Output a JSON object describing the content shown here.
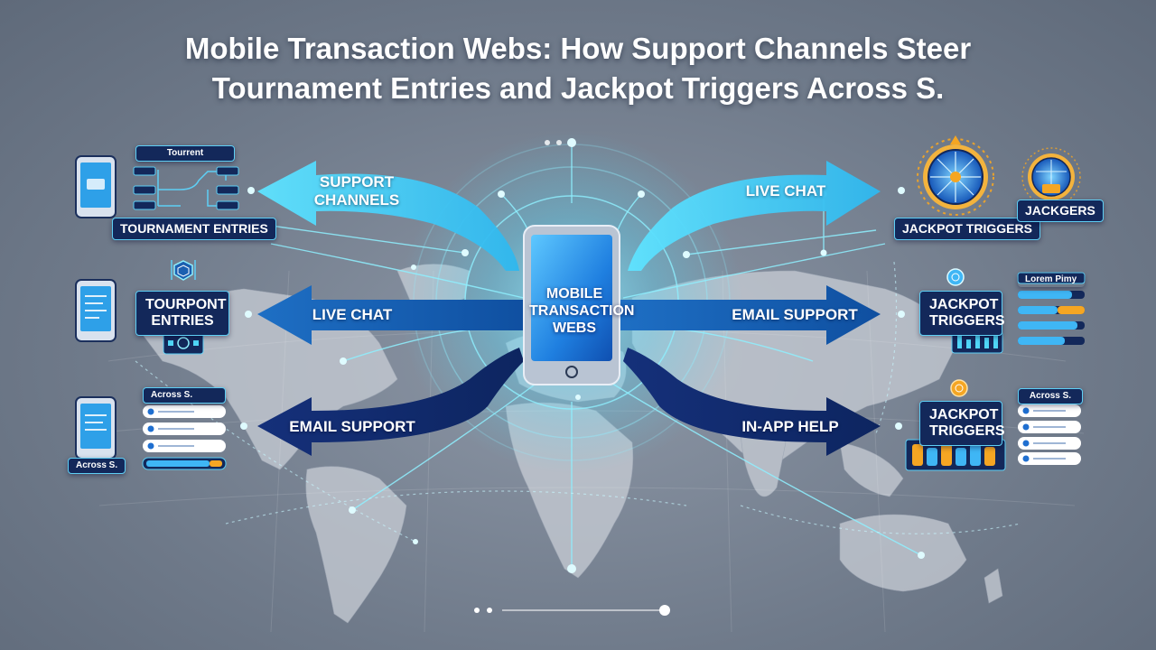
{
  "title_lines": [
    "Mobile Transaction Webs: How Support Channels Steer",
    "Tournament Entries and Jackpot Triggers Across S."
  ],
  "center": {
    "label": "MOBILE TRANSACTION WEBS"
  },
  "arrows": {
    "support_channels": "SUPPORT CHANNELS",
    "left_live_chat": "LIVE CHAT",
    "left_email_support": "EMAIL SUPPORT",
    "right_live_chat": "LIVE CHAT",
    "right_email_support": "EMAIL SUPPORT",
    "right_in_app_help": "IN-APP HELP"
  },
  "left_panel": {
    "flow_header": "Tourrent",
    "tournament_entries": "TOURNAMENT ENTRIES",
    "tourpont_entries": "TOURPONT ENTRIES",
    "list_header": "Across S.",
    "bottom_tag": "Across S."
  },
  "right_panel": {
    "jackpot_triggers_top": "JACKPOT TRIGGERS",
    "jackgers": "JACKGERS",
    "jackpot_triggers_mid": "JACKPOT TRIGGERS",
    "bars_header": "Lorem Pimy",
    "jackpot_triggers_low": "JACKPOT TRIGGERS",
    "list_header": "Across S."
  },
  "colors": {
    "accent_cyan": "#4fd6f7",
    "dark_navy": "#10245a",
    "mid_blue": "#1a5fb4",
    "jackpot_orange": "#f5a623"
  }
}
